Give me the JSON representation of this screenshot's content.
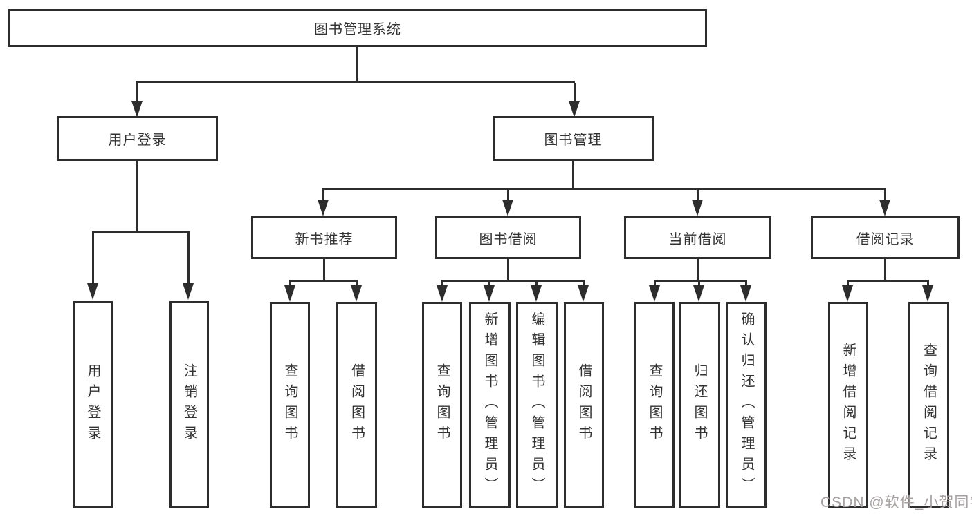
{
  "nodes": {
    "root": {
      "label": "图书管理系统"
    },
    "user_login": {
      "label": "用户登录"
    },
    "book_mgmt": {
      "label": "图书管理"
    },
    "login": {
      "label": "用户登录"
    },
    "logout": {
      "label": "注销登录"
    },
    "new_book_rec": {
      "label": "新书推荐"
    },
    "book_borrow": {
      "label": "图书借阅"
    },
    "current_borrow": {
      "label": "当前借阅"
    },
    "borrow_records": {
      "label": "借阅记录"
    },
    "rec_query": {
      "label": "查询图书"
    },
    "rec_borrow": {
      "label": "借阅图书"
    },
    "bb_query": {
      "label": "查询图书"
    },
    "bb_add": {
      "label": "新增图书（管理员）"
    },
    "bb_edit": {
      "label": "编辑图书（管理员）"
    },
    "bb_borrow": {
      "label": "借阅图书"
    },
    "cb_query": {
      "label": "查询图书"
    },
    "cb_return": {
      "label": "归还图书"
    },
    "cb_confirm": {
      "label": "确认归还（管理员）"
    },
    "br_add": {
      "label": "新增借阅记录"
    },
    "br_query": {
      "label": "查询借阅记录"
    }
  },
  "watermark": {
    "text": "CSDN @软件_小贺同学"
  },
  "colors": {
    "line": "#2d2d2d",
    "text": "#333333",
    "background": "#ffffff",
    "watermark": "#a6a0a0"
  }
}
